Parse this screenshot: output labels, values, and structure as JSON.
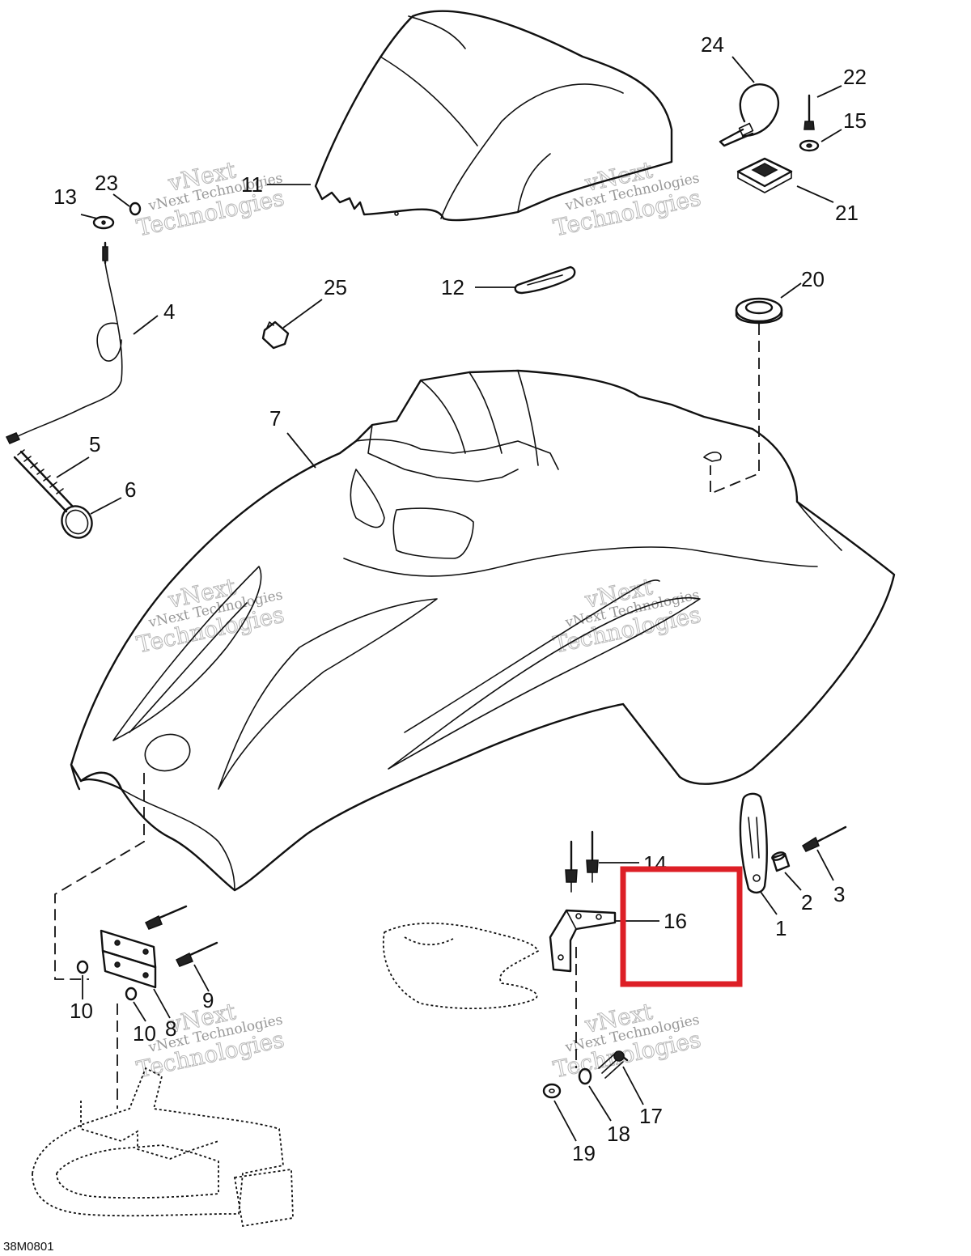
{
  "figure": {
    "drawing_code": "38M0801",
    "watermark_line1": "vNext Technologies",
    "watermark_line2": "vNext",
    "watermark_line3": "Technologies",
    "highlight_color": "#dd1f26",
    "highlighted_part": "16"
  },
  "callouts": {
    "c1": "1",
    "c2": "2",
    "c3": "3",
    "c4": "4",
    "c5": "5",
    "c6": "6",
    "c7": "7",
    "c8": "8",
    "c9": "9",
    "c10a": "10",
    "c10b": "10",
    "c11": "11",
    "c12": "12",
    "c13": "13",
    "c14": "14",
    "c15": "15",
    "c16": "16",
    "c17": "17",
    "c18": "18",
    "c19": "19",
    "c20": "20",
    "c21": "21",
    "c22": "22",
    "c23": "23",
    "c24": "24",
    "c25": "25"
  }
}
